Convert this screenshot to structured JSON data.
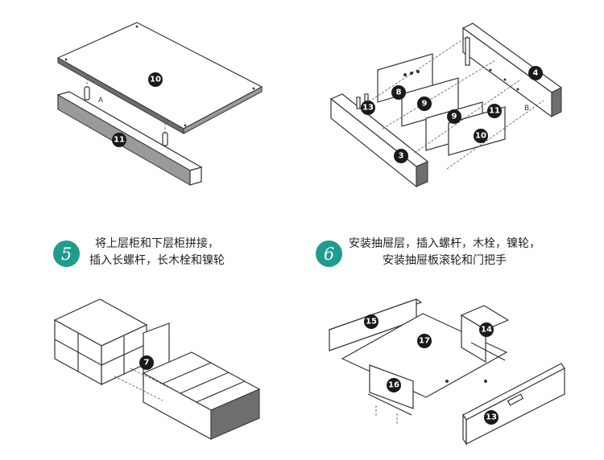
{
  "steps": [
    {
      "number": "5",
      "line1": "将上层柜和下层柜拼接，",
      "line2": "插入长螺杆，长木栓和镍轮"
    },
    {
      "number": "6",
      "line1": "安装抽屉层，插入螺杆，木栓，镍轮，",
      "line2": "安装抽屉板滚轮和门把手"
    }
  ],
  "part_labels": {
    "p10": "10",
    "p11": "11",
    "p8": "8",
    "p9": "9",
    "p13": "13",
    "p4": "4",
    "p3": "3",
    "p7": "7",
    "p15": "15",
    "p14": "14",
    "p17": "17",
    "p16": "16"
  },
  "letters": {
    "a": "A",
    "b": "B"
  },
  "colors": {
    "accent": "#1e9c8e",
    "badge": "#1a1a1a"
  }
}
